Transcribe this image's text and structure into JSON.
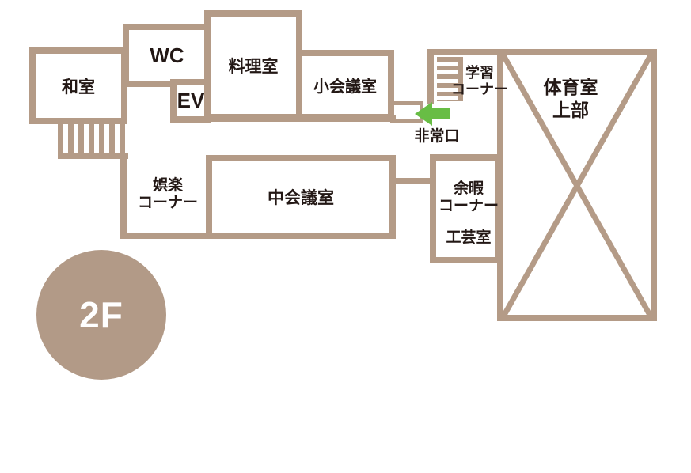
{
  "palette": {
    "wall_brown": "#b49b87",
    "badge_brown": "#b29a87",
    "ink": "#231815",
    "exit_green": "#68bd45",
    "background": "#ffffff"
  },
  "floor_badge": {
    "label": "2F"
  },
  "rooms": {
    "washitsu": {
      "label": "和室"
    },
    "wc": {
      "label": "WC"
    },
    "ev": {
      "label": "EV"
    },
    "cooking": {
      "label": "料理室"
    },
    "small_meeting": {
      "label": "小会議室"
    },
    "medium_meeting": {
      "label": "中会議室"
    },
    "goraku": {
      "line1": "娯楽",
      "line2": "コーナー"
    },
    "gakushuu": {
      "line1": "学習",
      "line2": "コーナー"
    },
    "yoka": {
      "line1": "余暇",
      "line2": "コーナー"
    },
    "kougei": {
      "label": "工芸室"
    },
    "gym_upper": {
      "line1": "体育室",
      "line2": "上部"
    }
  },
  "emergency_exit": {
    "label": "非常口"
  }
}
